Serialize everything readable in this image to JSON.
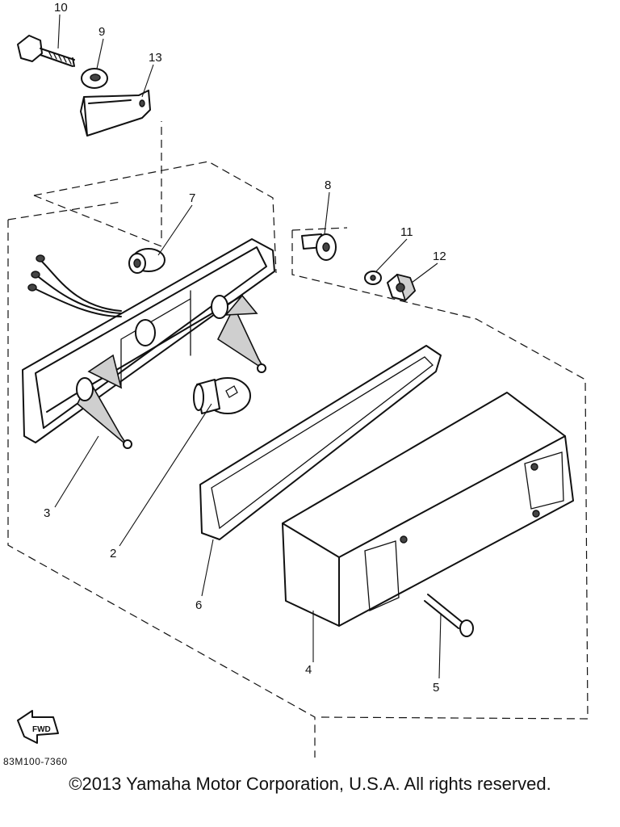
{
  "diagram": {
    "callouts": [
      "10",
      "9",
      "13",
      "7",
      "8",
      "11",
      "12",
      "3",
      "2",
      "6",
      "4",
      "5"
    ],
    "fwd_label": "FWD",
    "part_code": "83M100-7360"
  },
  "footer": {
    "copyright": "©2013 Yamaha Motor Corporation, U.S.A. All rights reserved."
  }
}
